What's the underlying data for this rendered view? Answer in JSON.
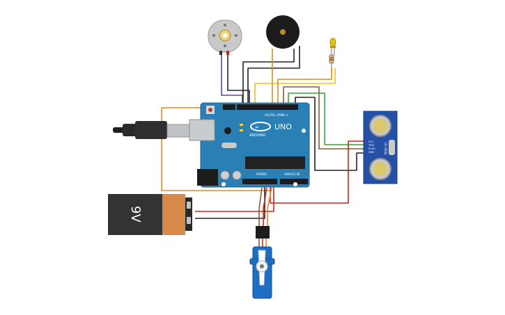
{
  "components": {
    "arduino": {
      "logo_text": "ARDUINO",
      "model_text": "UNO",
      "digital_label": "DIGITAL (PWM~)",
      "power_label": "POWER",
      "analog_label": "ANALOG IN",
      "board_color": "#2a7fb5"
    },
    "battery": {
      "label": "9V",
      "body_color": "#333333",
      "cap_color": "#d7894a"
    },
    "ultrasonic": {
      "model_text": "HC-SR04",
      "pin_labels": [
        "VCC",
        "TRIG",
        "ECHO",
        "GND"
      ],
      "board_color": "#2450a6"
    },
    "dc_motor": {
      "name": "dc-motor"
    },
    "buzzer": {
      "name": "piezo-buzzer"
    },
    "led": {
      "color": "#e2c21a"
    },
    "servo": {
      "body_color": "#1e6fc4"
    }
  },
  "wire_colors": {
    "orange": "#e08a1e",
    "red": "#cc2222",
    "black": "#222222",
    "yellow": "#ecc21a",
    "green": "#3aa33a",
    "brown": "#8b5a2b",
    "purple": "#6b3fa0"
  }
}
